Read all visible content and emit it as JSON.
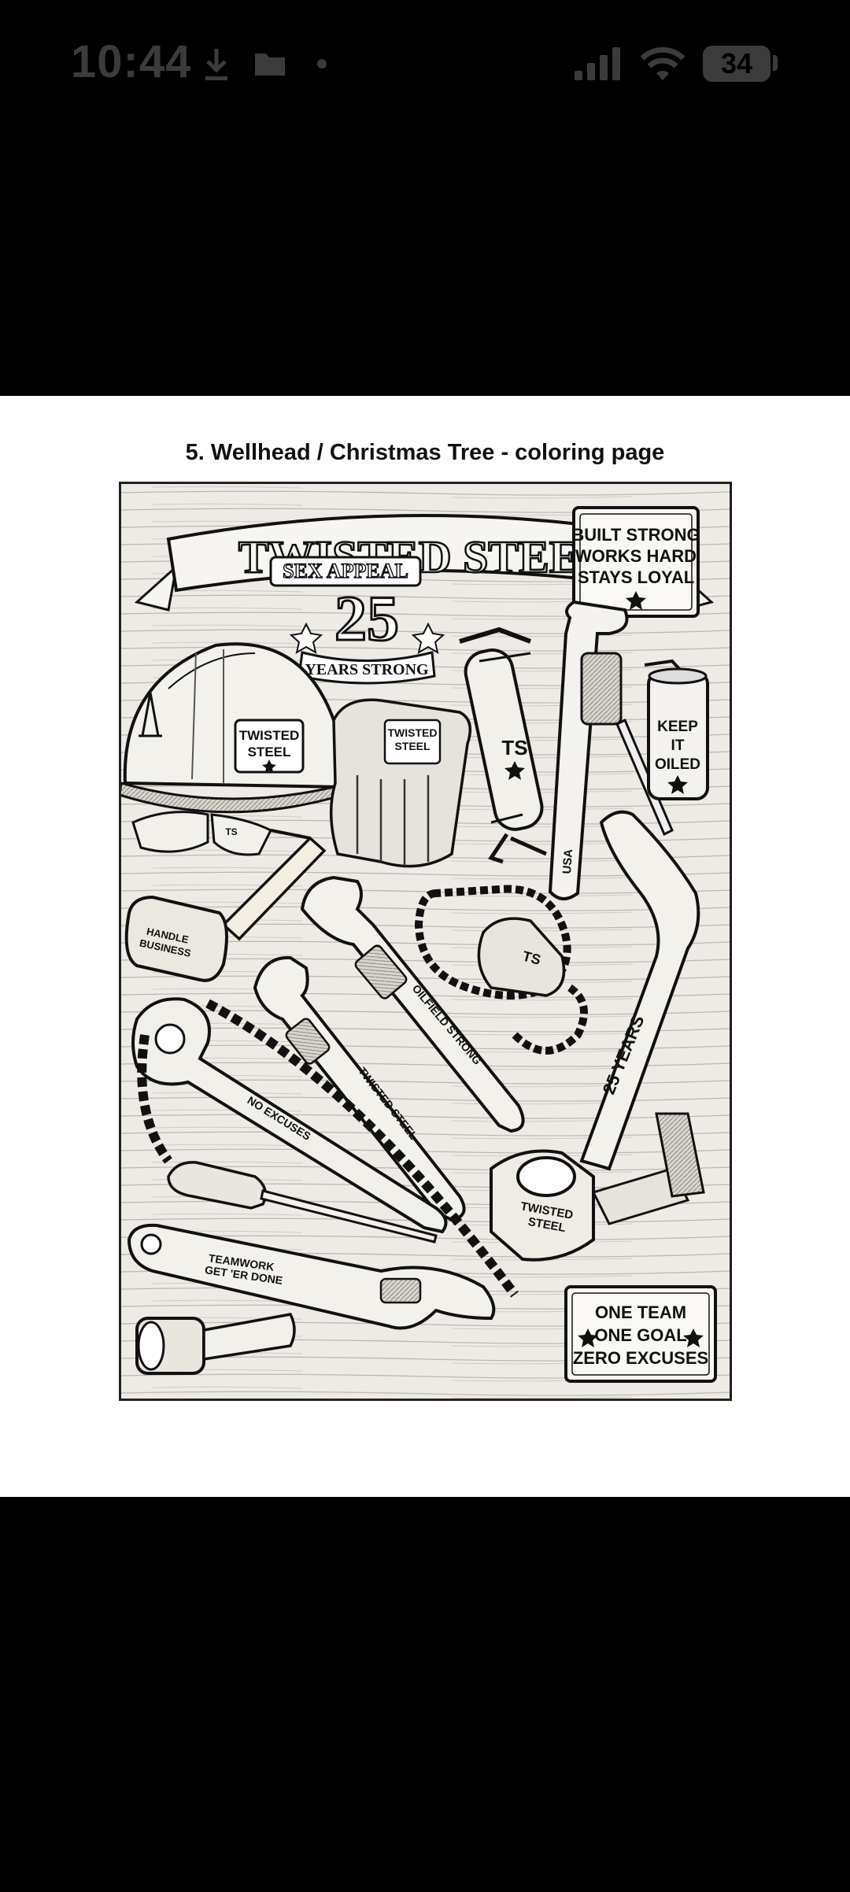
{
  "status_bar": {
    "time": "10:44",
    "battery_level": "34",
    "icons": [
      "download-icon",
      "folder-icon",
      "dot-icon",
      "signal-icon",
      "wifi-icon",
      "battery-icon"
    ],
    "colors": {
      "icon": "#3b3b3b",
      "background": "#000000"
    }
  },
  "page": {
    "title": "5. Wellhead / Christmas Tree - coloring page"
  },
  "artwork": {
    "banner_title": "TWISTED STEEL",
    "banner_subtitle": "SEX APPEAL",
    "big_number": "25",
    "ribbon": "YEARS STRONG",
    "sign_top_right": [
      "BUILT STRONG",
      "WORKS HARD",
      "STAYS LOYAL"
    ],
    "helmet_label": [
      "TWISTED",
      "STEEL"
    ],
    "gloves_label": [
      "TWISTED",
      "STEEL"
    ],
    "grease_gun_label": "TS",
    "wrench_upright_label": "USA",
    "oil_can_label": [
      "KEEP",
      "IT",
      "OILED"
    ],
    "glasses_label": "TS",
    "hammer_label": [
      "HANDLE",
      "BUSINESS"
    ],
    "wrench_mid_label": "OILFIELD STRONG",
    "wrench_left_label": "TWISTED STEEL",
    "chain_tool_label": "TS",
    "big_wrench_label": "25 YEARS",
    "chain_wrench_label": "NO EXCUSES",
    "socket_label": [
      "TWISTED",
      "STEEL"
    ],
    "adjustable_wrench_label": [
      "TEAMWORK",
      "GET 'ER DONE"
    ],
    "sign_bottom_right": [
      "ONE TEAM",
      "ONE GOAL",
      "ZERO EXCUSES"
    ]
  }
}
